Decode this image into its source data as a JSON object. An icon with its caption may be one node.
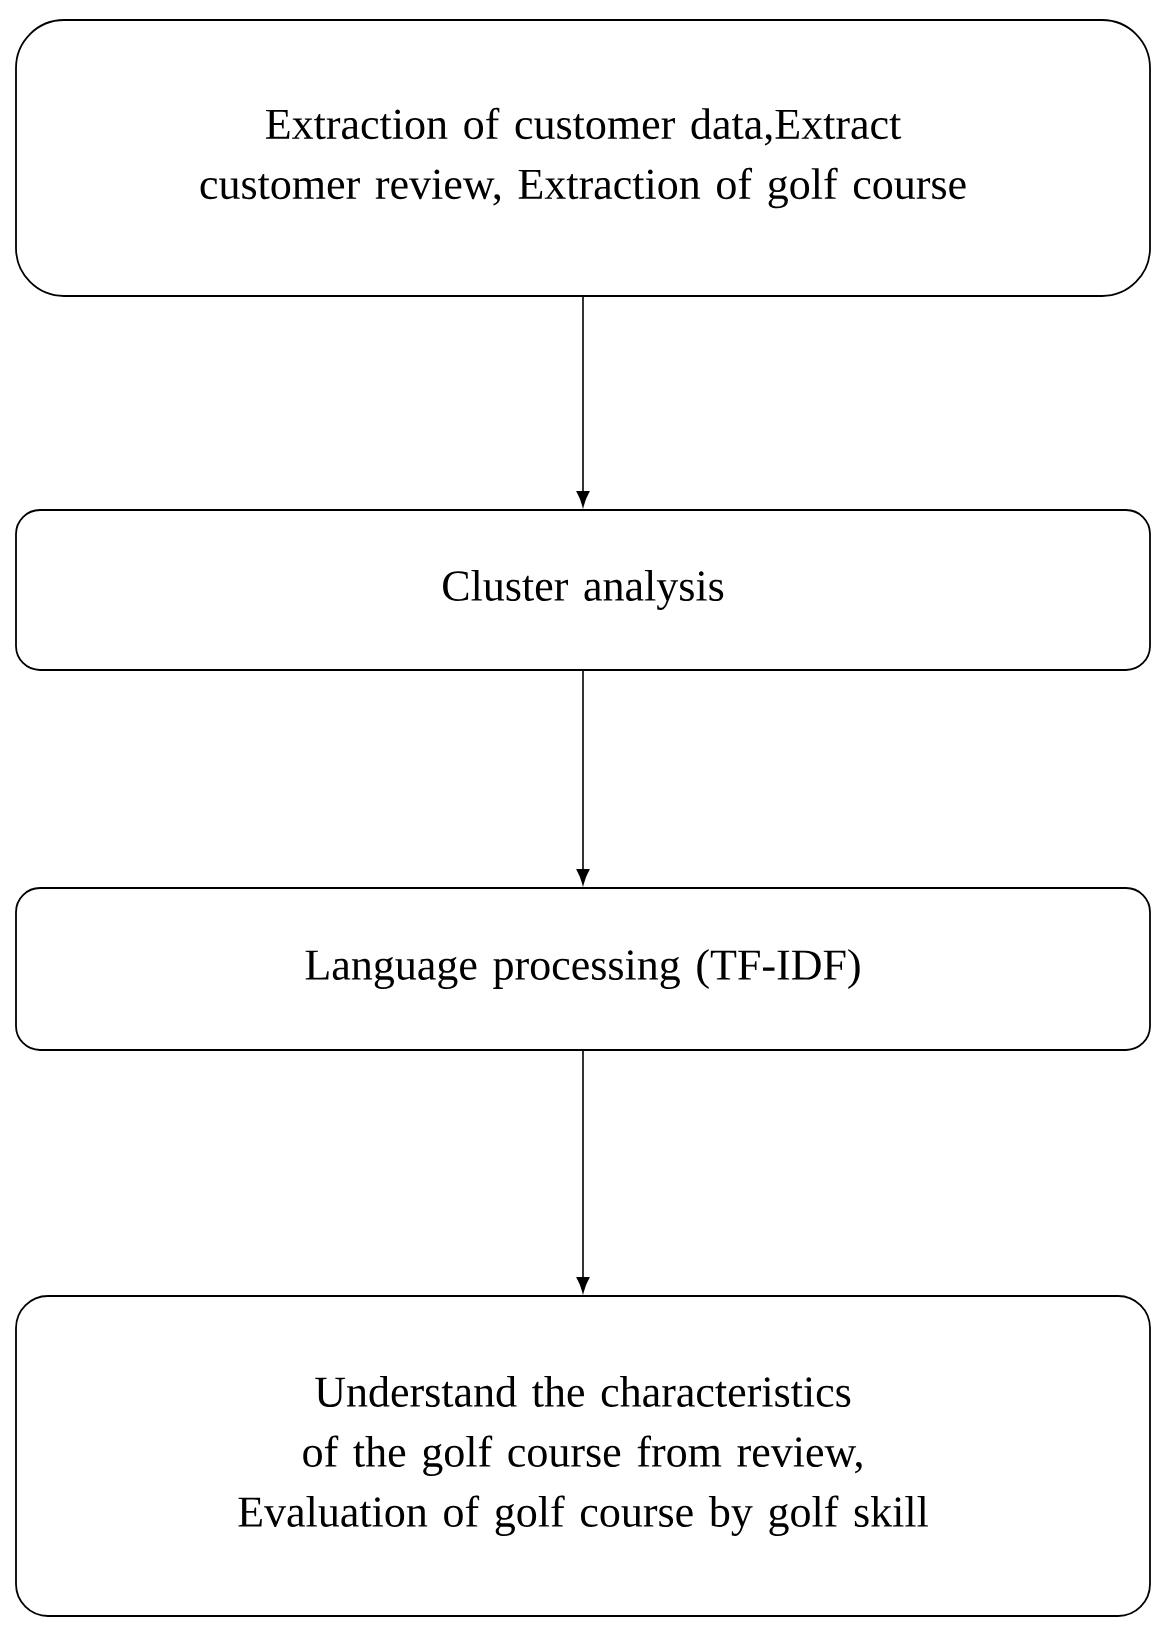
{
  "diagram": {
    "nodes": [
      {
        "text": [
          "Extraction of customer data,Extract customer review, Extraction of golf course"
        ]
      },
      {
        "text": [
          "Cluster analysis"
        ]
      },
      {
        "text": [
          "Language processing (TF-IDF)"
        ]
      },
      {
        "text": [
          "Understand the characteristics of the golf course from review, Evaluation of golf course by golf skill"
        ]
      }
    ],
    "edges": [
      {
        "from": 0,
        "to": 1,
        "arrow": "to"
      },
      {
        "from": 1,
        "to": 2,
        "arrow": "to"
      },
      {
        "from": 2,
        "to": 3,
        "arrow": "to"
      }
    ]
  }
}
